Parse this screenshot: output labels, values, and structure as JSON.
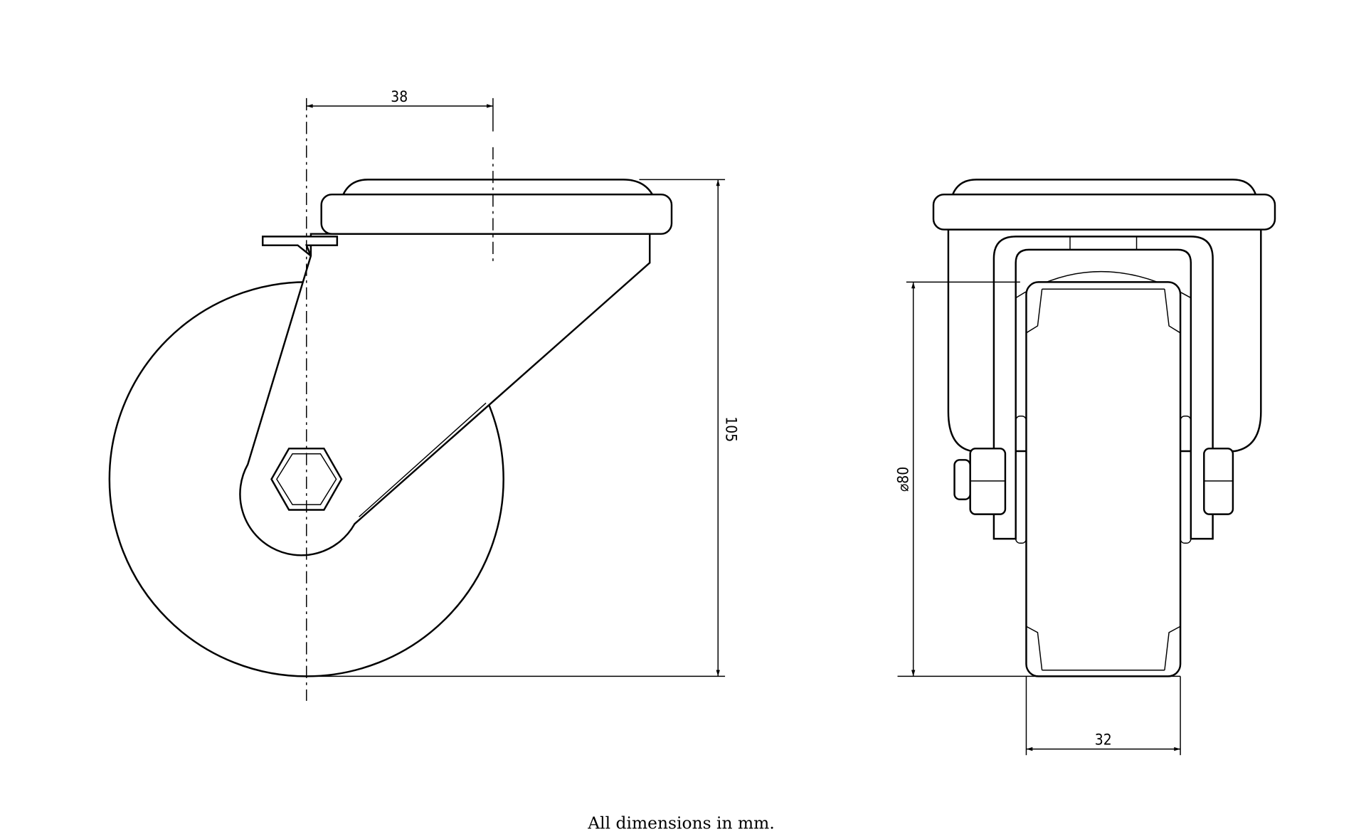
{
  "dimensions": {
    "offset": "38",
    "height": "105",
    "wheel_diameter": "⌀80",
    "wheel_width": "32"
  },
  "caption": "All dimensions in mm.",
  "colors": {
    "line": "#000000",
    "background": "#ffffff"
  }
}
